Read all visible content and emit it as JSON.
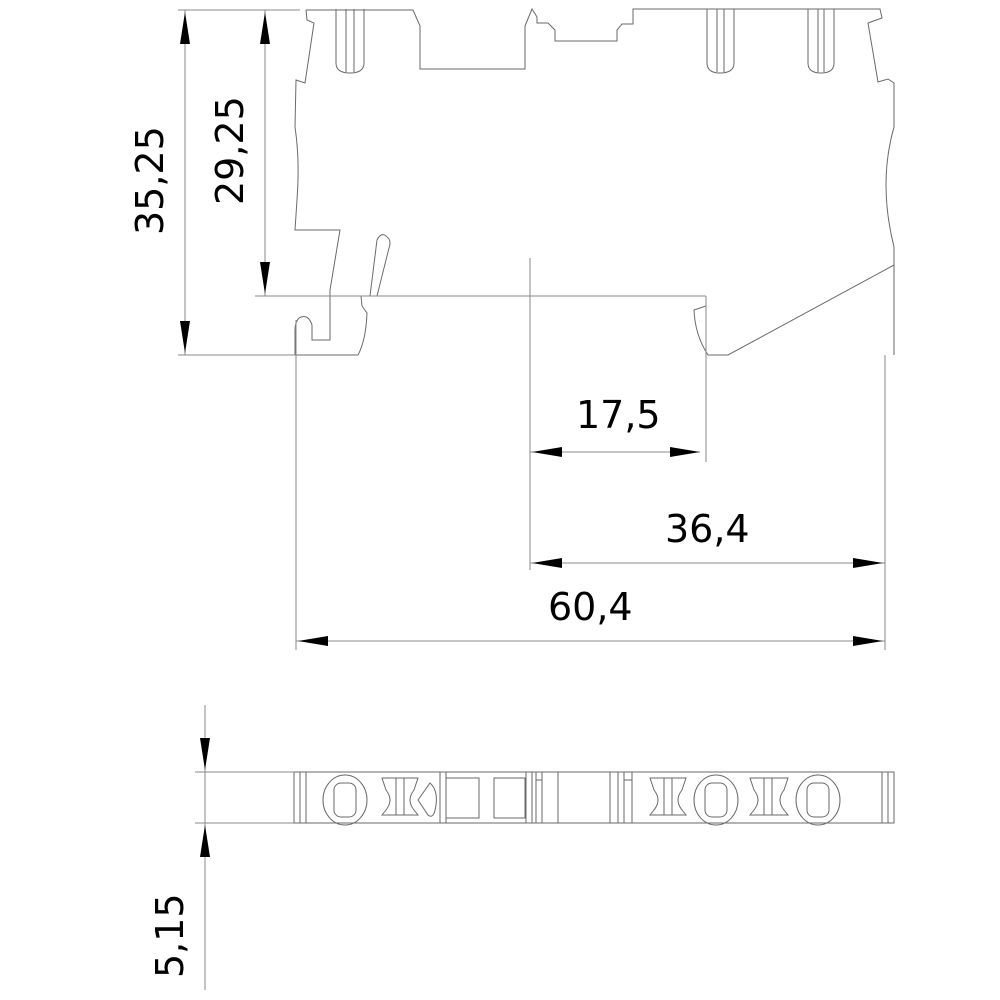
{
  "dimensions": {
    "height_total": "35,25",
    "height_rail": "29,25",
    "offset_1": "17,5",
    "offset_2": "36,4",
    "width_total": "60,4",
    "thickness": "5,15"
  },
  "colors": {
    "outline": "#6a6a6a",
    "dimension": "#000000"
  }
}
